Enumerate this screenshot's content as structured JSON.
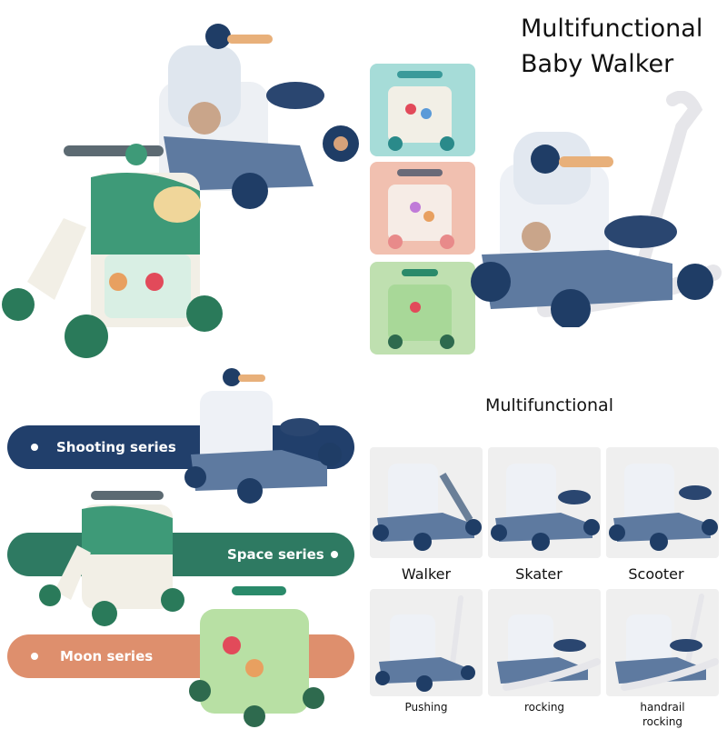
{
  "heading": {
    "line1": "Multifunctional",
    "line2": "Baby Walker"
  },
  "section_title": "Multifunctional",
  "series": [
    {
      "label": "Shooting series",
      "color": "#213f6b"
    },
    {
      "label": "Space series",
      "color": "#2e7a62"
    },
    {
      "label": "Moon series",
      "color": "#de8f6d"
    }
  ],
  "swatches": [
    {
      "color": "#a6dcd8"
    },
    {
      "color": "#f1c0b0"
    },
    {
      "color": "#bfe0b0"
    }
  ],
  "modes": [
    {
      "label": "Walker"
    },
    {
      "label": "Skater"
    },
    {
      "label": "Scooter"
    },
    {
      "label": "Pushing"
    },
    {
      "label": "rocking"
    },
    {
      "label": "handrail\nrocking"
    }
  ],
  "colors": {
    "blue_body": "#5e7aa0",
    "navy_wheel": "#1f3d66",
    "green_body": "#3e9a78",
    "green_wheel": "#2a7a5a",
    "cream": "#f2efe6",
    "mint_body": "#b8e0a4"
  }
}
